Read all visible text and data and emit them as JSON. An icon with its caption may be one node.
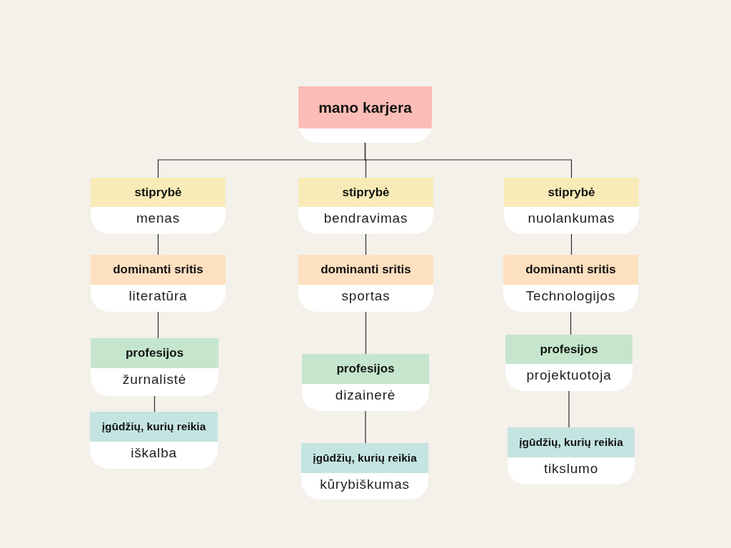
{
  "diagram": {
    "nodes": [
      {
        "text": [
          "mano karjera"
        ]
      },
      {
        "text": [
          "stiprybė",
          "menas"
        ]
      },
      {
        "text": [
          "stiprybė",
          "bendravimas"
        ]
      },
      {
        "text": [
          "stiprybė",
          "nuolankumas"
        ]
      },
      {
        "text": [
          "dominanti sritis",
          "literatūra"
        ]
      },
      {
        "text": [
          "dominanti sritis",
          "sportas"
        ]
      },
      {
        "text": [
          "dominanti sritis",
          "Technologijos"
        ]
      },
      {
        "text": [
          "profesijos",
          "žurnalistė"
        ]
      },
      {
        "text": [
          "profesijos",
          "dizainerė"
        ]
      },
      {
        "text": [
          "profesijos",
          "projektuotoja"
        ]
      },
      {
        "text": [
          "įgūdžių, kurių reikia",
          "iškalba"
        ]
      },
      {
        "text": [
          "įgūdžių, kurių reikia",
          "kūrybiškumas"
        ]
      },
      {
        "text": [
          "įgūdžių, kurių reikia",
          "tikslumo"
        ]
      }
    ],
    "edges": [
      {
        "from": 0,
        "to": 1,
        "arrow": "none"
      },
      {
        "from": 0,
        "to": 2,
        "arrow": "none"
      },
      {
        "from": 0,
        "to": 3,
        "arrow": "none"
      },
      {
        "from": 1,
        "to": 4,
        "arrow": "none"
      },
      {
        "from": 2,
        "to": 5,
        "arrow": "none"
      },
      {
        "from": 3,
        "to": 6,
        "arrow": "none"
      },
      {
        "from": 4,
        "to": 7,
        "arrow": "none"
      },
      {
        "from": 5,
        "to": 8,
        "arrow": "none"
      },
      {
        "from": 6,
        "to": 9,
        "arrow": "none"
      },
      {
        "from": 7,
        "to": 10,
        "arrow": "none"
      },
      {
        "from": 8,
        "to": 11,
        "arrow": "none"
      },
      {
        "from": 9,
        "to": 12,
        "arrow": "none"
      }
    ]
  }
}
